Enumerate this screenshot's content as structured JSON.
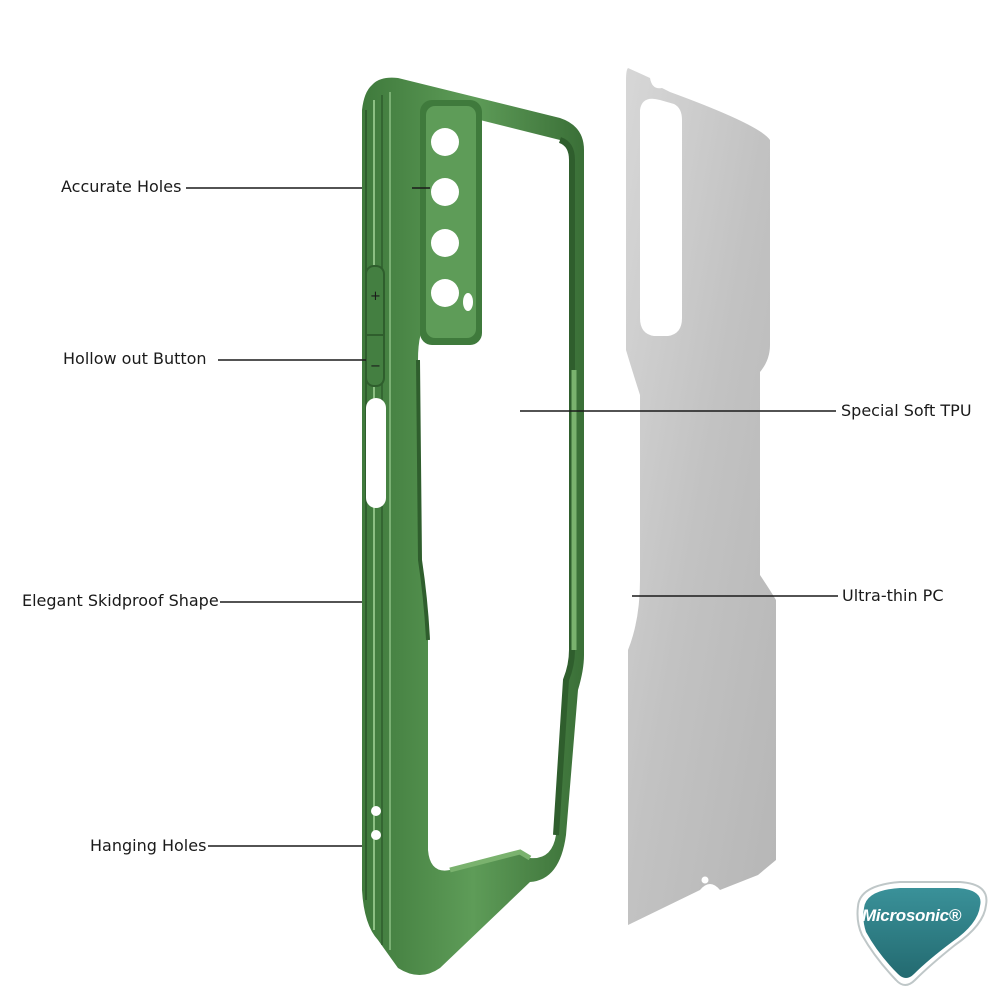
{
  "callouts": {
    "accurate_holes": "Accurate Holes",
    "hollow_out_button": "Hollow out Button",
    "elegant_skidproof_shape": "Elegant Skidproof Shape",
    "hanging_holes": "Hanging Holes",
    "special_soft_tpu": "Special Soft TPU",
    "ultra_thin_pc": "Ultra-thin PC"
  },
  "brand": {
    "logo_text": "Microsonic®"
  },
  "colors": {
    "frame_green": "#4e8a4a",
    "frame_dark": "#2f5e2d",
    "frame_light": "#7ab26e",
    "plate_gray": "#c4c4c4",
    "logo_teal": "#2f7f86"
  }
}
